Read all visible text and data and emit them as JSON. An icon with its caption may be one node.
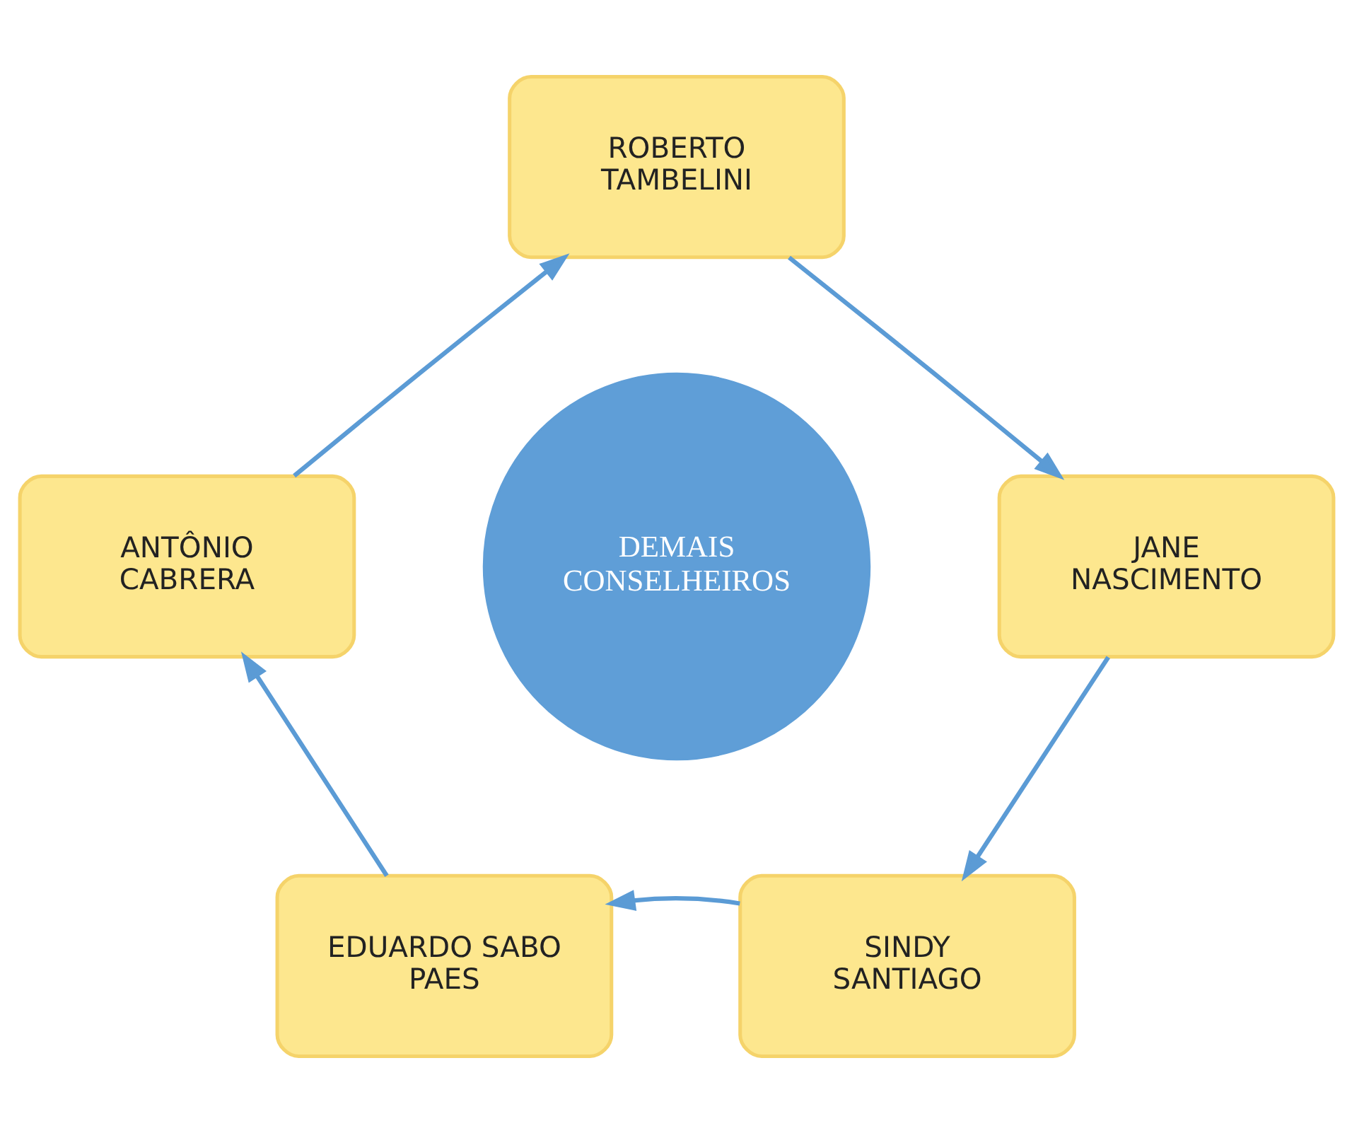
{
  "diagram": {
    "nodes": [
      {
        "text": [
          "ROBERTO TAMBELINI"
        ]
      },
      {
        "text": [
          "ANTÔNIO CABRERA"
        ]
      },
      {
        "text": [
          "DEMAIS CONSELHEIROS"
        ]
      },
      {
        "text": [
          "JANE NASCIMENTO"
        ]
      },
      {
        "text": [
          "EDUARDO SABO PAES"
        ]
      },
      {
        "text": [
          "SINDY SANTIAGO"
        ]
      }
    ],
    "edges": [
      {
        "from": 0,
        "to": 3,
        "arrow": "to"
      },
      {
        "from": 3,
        "to": 5,
        "arrow": "to"
      },
      {
        "from": 5,
        "to": 4,
        "arrow": "to"
      },
      {
        "from": 4,
        "to": 1,
        "arrow": "to"
      },
      {
        "from": 1,
        "to": 0,
        "arrow": "to"
      }
    ]
  }
}
